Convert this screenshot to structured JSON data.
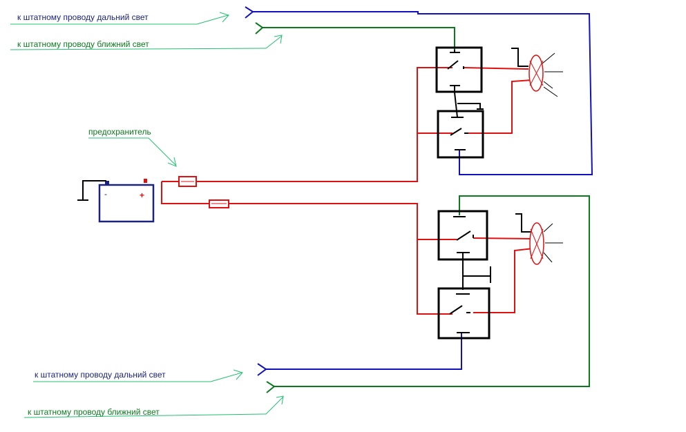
{
  "labels": {
    "high_beam_top": "к штатному проводу дальний свет",
    "low_beam_top": "к штатному проводу ближний свет",
    "fuse": "предохранитель",
    "high_beam_bottom": "к штатному проводу дальний свет",
    "low_beam_bottom": "к штатному проводу ближний свет",
    "battery_minus": "-",
    "battery_plus": "+"
  },
  "colors": {
    "background": "#ffffff",
    "high_beam_wire": "#1010c0",
    "low_beam_wire": "#0b7a1e",
    "power_wire": "#e01010",
    "pointer": "#20c070",
    "component": "#000000",
    "battery": "#1a237e",
    "label_blue": "#1a237e",
    "label_green": "#0b7a1e"
  }
}
